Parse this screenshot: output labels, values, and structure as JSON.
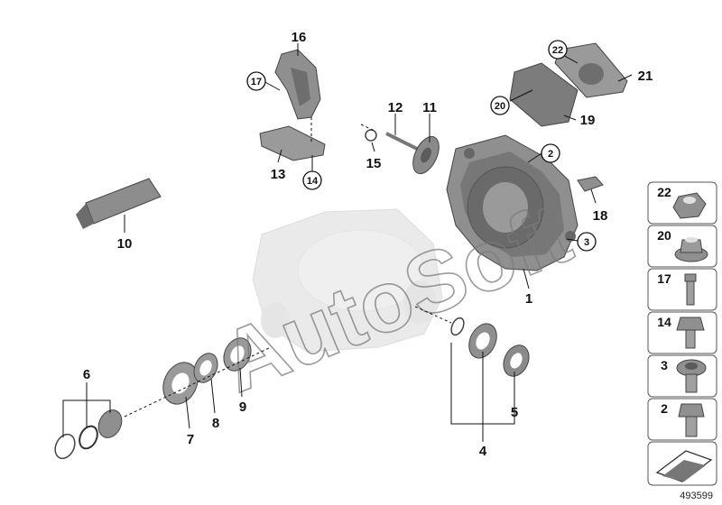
{
  "labels": {
    "l1": "1",
    "l2": "2",
    "l3": "3",
    "l4": "4",
    "l5": "5",
    "l6": "6",
    "l7": "7",
    "l8": "8",
    "l9": "9",
    "l10": "10",
    "l11": "11",
    "l12": "12",
    "l13": "13",
    "l14": "14",
    "l15": "15",
    "l16": "16",
    "l17": "17",
    "l18": "18",
    "l19": "19",
    "l20": "20",
    "l21": "21",
    "l22": "22"
  },
  "side_panel": [
    "22",
    "20",
    "17",
    "14",
    "3",
    "2"
  ],
  "watermark": "AutoSoft",
  "reference_number": "493599",
  "colors": {
    "part_grey": "#8f8f8f",
    "ghost_grey": "#d9d9d9",
    "ink": "#111111"
  }
}
